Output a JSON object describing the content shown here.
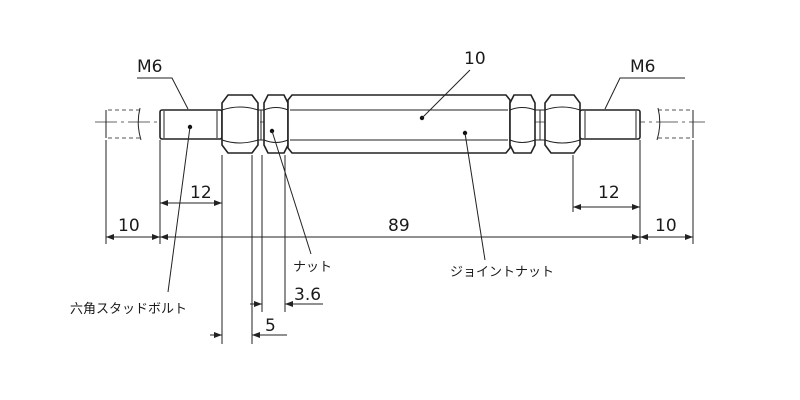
{
  "labels": {
    "thread_left": "M6",
    "thread_right": "M6",
    "joint_nut_width": "10",
    "nut": "ナット",
    "joint_nut": "ジョイントナット",
    "stud_bolt": "六角スタッドボルト"
  },
  "dimensions": {
    "left_engagement": "10",
    "left_thread_length": "12",
    "overall_length": "89",
    "right_thread_length": "12",
    "right_engagement": "10",
    "nut_thickness": "3.6",
    "nut_offset": "5"
  }
}
